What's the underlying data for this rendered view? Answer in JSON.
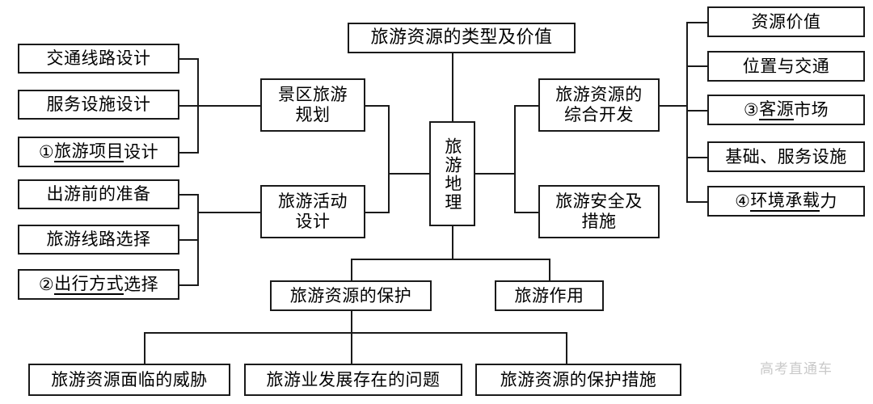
{
  "diagram": {
    "title_box": {
      "label": "旅游资源的类型及价值"
    },
    "center": {
      "label": "旅游地理"
    },
    "branches": {
      "scenic_planning": {
        "label": "景区旅游\n规划"
      },
      "activity_design": {
        "label": "旅游活动\n设计"
      },
      "comprehensive_dev": {
        "label": "旅游资源的\n综合开发"
      },
      "safety": {
        "label": "旅游安全及\n措施"
      },
      "protection": {
        "label": "旅游资源的保护"
      },
      "function": {
        "label": "旅游作用"
      }
    },
    "planning_children": [
      {
        "label": "交通线路设计",
        "num": "",
        "underline": ""
      },
      {
        "label": "服务设施设计",
        "num": "",
        "underline": ""
      },
      {
        "label": "旅游项目设计",
        "num": "①",
        "underline": "旅游项目"
      }
    ],
    "activity_children": [
      {
        "label": "出游前的准备",
        "num": "",
        "underline": ""
      },
      {
        "label": "旅游线路选择",
        "num": "",
        "underline": ""
      },
      {
        "label": "出行方式选择",
        "num": "②",
        "underline": "出行方式"
      }
    ],
    "development_children": [
      {
        "label": "资源价值",
        "num": "",
        "underline": ""
      },
      {
        "label": "位置与交通",
        "num": "",
        "underline": ""
      },
      {
        "label": "客源市场",
        "num": "③",
        "underline": "客源"
      },
      {
        "label": "基础、服务设施",
        "num": "",
        "underline": ""
      },
      {
        "label": "环境承载力",
        "num": "④",
        "underline": "环境承载"
      }
    ],
    "protection_children": [
      {
        "label": "旅游资源面临的威胁"
      },
      {
        "label": "旅游业发展存在的问题"
      },
      {
        "label": "旅游资源的保护措施"
      }
    ]
  },
  "watermark": {
    "text": "高考直通车"
  },
  "colors": {
    "stroke": "#1a1a1a",
    "background": "#ffffff",
    "text": "#000000",
    "watermark": "#c9c9c9"
  }
}
